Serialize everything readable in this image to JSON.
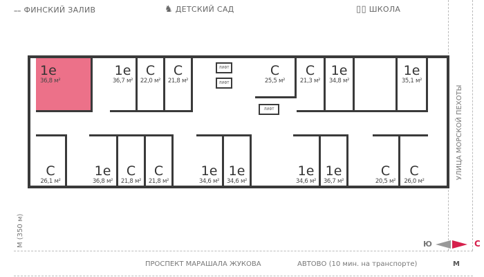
{
  "poi": {
    "sea": "ФИНСКИЙ ЗАЛИВ",
    "kindergarten": "ДЕТСКИЙ САД",
    "school": "ШКОЛА"
  },
  "streets": {
    "right": "УЛИЦА МОРСКОЙ ПЕХОТЫ",
    "bottom": "ПРОСПЕКТ МАРАШАЛА ЖУКОВА",
    "metro_left": "М (350 м)",
    "metro_bottom": "АВТОВО (10 мин. на транспорте)",
    "metro_icon": "М"
  },
  "compass": {
    "south": "Ю",
    "north": "С",
    "north_color": "#d6204c"
  },
  "core": {
    "lift": "ЛИФТ"
  },
  "highlight_color": "#ec7189",
  "top_units": [
    {
      "type": "1е",
      "area": "36,8 м²",
      "selected": true
    },
    {
      "type": "1е",
      "area": "36,7 м²"
    },
    {
      "type": "С",
      "area": "22,0 м²"
    },
    {
      "type": "С",
      "area": "21,8 м²"
    },
    {
      "type": "С",
      "area": "25,5 м²"
    },
    {
      "type": "С",
      "area": "21,3 м²"
    },
    {
      "type": "1е",
      "area": "34,8 м²"
    },
    {
      "type": "1е",
      "area": "35,1 м²"
    }
  ],
  "bottom_units": [
    {
      "type": "С",
      "area": "26,1 м²"
    },
    {
      "type": "1е",
      "area": "36,8 м²"
    },
    {
      "type": "С",
      "area": "21,8 м²"
    },
    {
      "type": "С",
      "area": "21,8 м²"
    },
    {
      "type": "1е",
      "area": "34,6 м²"
    },
    {
      "type": "1е",
      "area": "34,6 м²"
    },
    {
      "type": "1е",
      "area": "34,6 м²"
    },
    {
      "type": "1е",
      "area": "36,7 м²"
    },
    {
      "type": "С",
      "area": "20,5 м²"
    },
    {
      "type": "С",
      "area": "26,0 м²"
    }
  ]
}
